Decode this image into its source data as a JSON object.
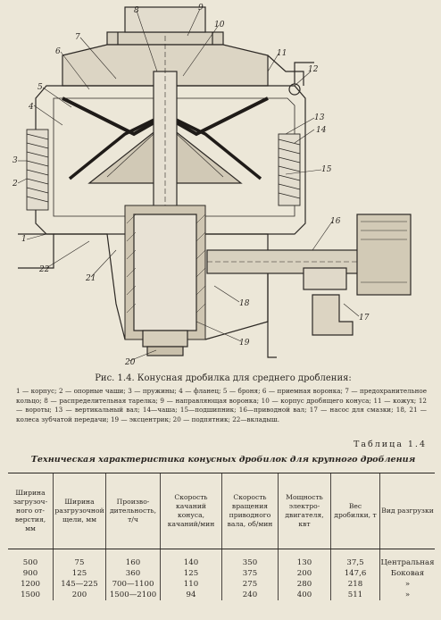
{
  "figure": {
    "callouts": [
      "1",
      "2",
      "3",
      "4",
      "5",
      "6",
      "7",
      "8",
      "9",
      "10",
      "11",
      "12",
      "13",
      "14",
      "15",
      "16",
      "17",
      "18",
      "19",
      "20",
      "21",
      "22"
    ],
    "caption": "Рис. 1.4. Конусная дробилка для среднего дробления:",
    "legend": "1 — корпус; 2 — опорные чаши; 3 — пружины; 4 — фланец; 5 — броня; 6 — приемная воронка; 7 — предохранительное кольцо; 8 — распределительная тарелка; 9 — направляющая воронка; 10 — корпус дробящего конуса; 11 — кожух; 12 — вороты; 13 — вертикальный вал; 14—чаша; 15—подшипник; 16—приводной вал; 17 — насос для смазки; 18, 21 — колеса зубчатой передачи; 19 — эксцентрик; 20 — подпятник; 22—вкладыш."
  },
  "table": {
    "label": "Таблица 1.4",
    "title": "Техническая характеристика конусных дробилок для крупного дробления",
    "headers": [
      "Ширина загрузоч­ного от­верстия, мм",
      "Ширина разгру­зочной щели, мм",
      "Произво­дитель­ность, т/ч",
      "Скорость качаний конуса, качаний/мин",
      "Скорость вращения приводного вала, об/мин",
      "Мощность электро­двигателя, квт",
      "Вес дробилки, т",
      "Вид разгрузки"
    ],
    "rows": [
      [
        "500",
        "75",
        "160",
        "140",
        "350",
        "130",
        "37,5",
        "Централь­ная"
      ],
      [
        "900",
        "125",
        "360",
        "125",
        "375",
        "200",
        "147,6",
        "Боковая"
      ],
      [
        "1200",
        "145—225",
        "700—1100",
        "110",
        "275",
        "280",
        "218",
        "»"
      ],
      [
        "1500",
        "200",
        "1500—2100",
        "94",
        "240",
        "400",
        "511",
        "»"
      ]
    ]
  }
}
